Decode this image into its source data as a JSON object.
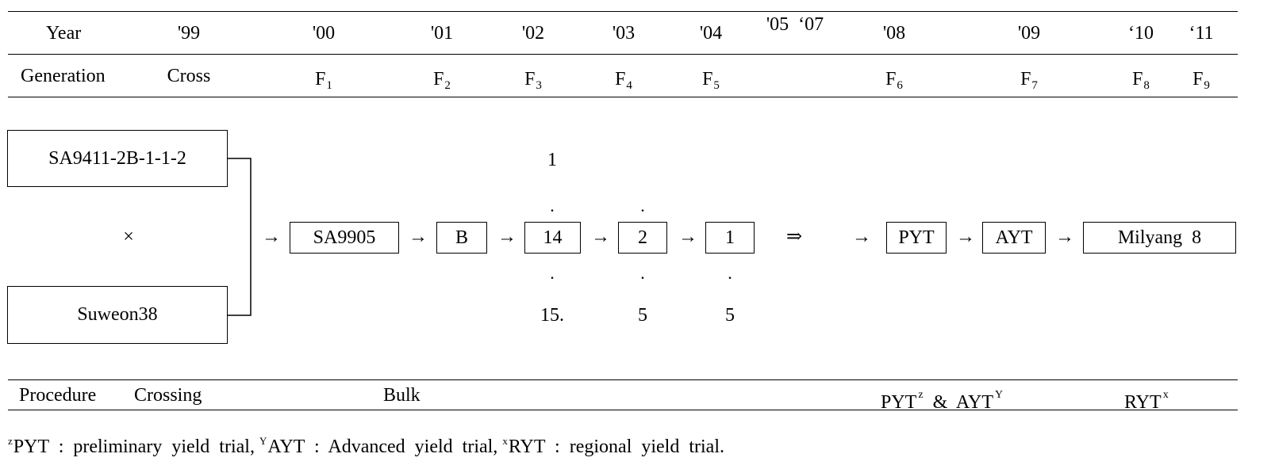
{
  "header": {
    "year_label": "Year",
    "years": [
      "'99",
      "'00",
      "'01",
      "'02",
      "'03",
      "'04",
      "'05  ‘07",
      "'08",
      "'09",
      "‘10",
      "‘11"
    ],
    "generation_label": "Generation",
    "cross_label": "Cross",
    "generations": [
      {
        "base": "F",
        "sub": "1"
      },
      {
        "base": "F",
        "sub": "2"
      },
      {
        "base": "F",
        "sub": "3"
      },
      {
        "base": "F",
        "sub": "4"
      },
      {
        "base": "F",
        "sub": "5"
      },
      {
        "base": "F",
        "sub": "6"
      },
      {
        "base": "F",
        "sub": "7"
      },
      {
        "base": "F",
        "sub": "8"
      },
      {
        "base": "F",
        "sub": "9"
      }
    ]
  },
  "diagram": {
    "parent1": "SA9411-2B-1-1-2",
    "parent2": "Suweon38",
    "cross_symbol": "×",
    "arrow": "→",
    "double_arrow": "⇒",
    "dot": ".",
    "stages": [
      "SA9905",
      "B",
      "14",
      "2",
      "1",
      "PYT",
      "AYT",
      "Milyang  8"
    ],
    "f3_selection": {
      "top": "1",
      "bottom": "15."
    },
    "f4_selection": {
      "bottom": "5"
    },
    "f5_selection": {
      "bottom": "5"
    }
  },
  "procedure": {
    "label": "Procedure",
    "crossing": "Crossing",
    "bulk": "Bulk",
    "pyt": "PYT",
    "pyt_sup": "z",
    "amp": "&",
    "ayt": "AYT",
    "ayt_sup": "Y",
    "ryt": "RYT",
    "ryt_sup": "x"
  },
  "footnote": {
    "z_mark": "z",
    "z_text": "PYT  :  preliminary  yield  trial,",
    "y_mark": "Y",
    "y_text": "AYT  :  Advanced  yield  trial,",
    "x_mark": "x",
    "x_text": "RYT  :  regional  yield  trial."
  }
}
